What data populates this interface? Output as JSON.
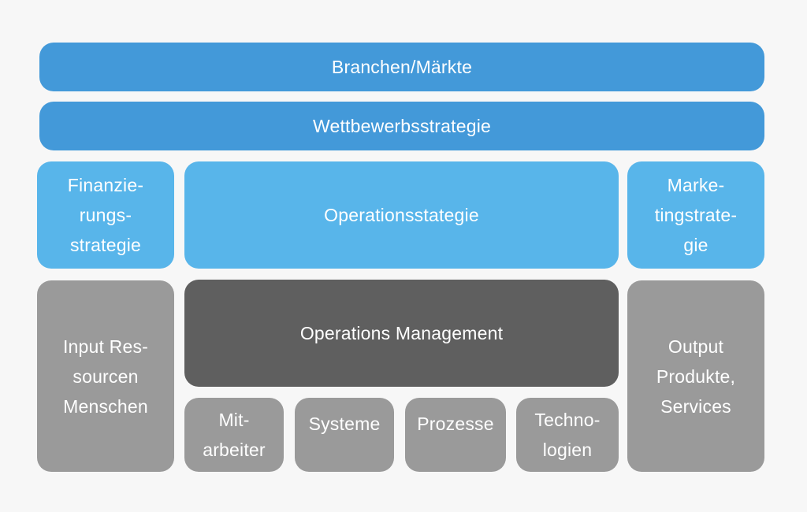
{
  "layers": {
    "markets": "Branchen/Märkte",
    "competition": "Wettbewerbsstrategie"
  },
  "strategies": {
    "finance": "Finanzie-\nrungs-\nstrategie",
    "operations": "Operationsstategie",
    "marketing": "Marke-\ntingstrate-\ngie"
  },
  "core": {
    "input": "Input Res-\nsourcen\nMenschen",
    "operations_management": "Operations Management",
    "output": "Output\nProdukte,\nServices"
  },
  "components": {
    "staff": "Mit-\narbeiter",
    "systems": "Systeme",
    "processes": "Prozesse",
    "technologies": "Techno-\nlogien"
  },
  "colors": {
    "dark_blue": "#4399d9",
    "light_blue": "#58b5ea",
    "gray": "#9a9a9a",
    "dark_gray": "#5f5f5f",
    "background": "#f7f7f7"
  }
}
